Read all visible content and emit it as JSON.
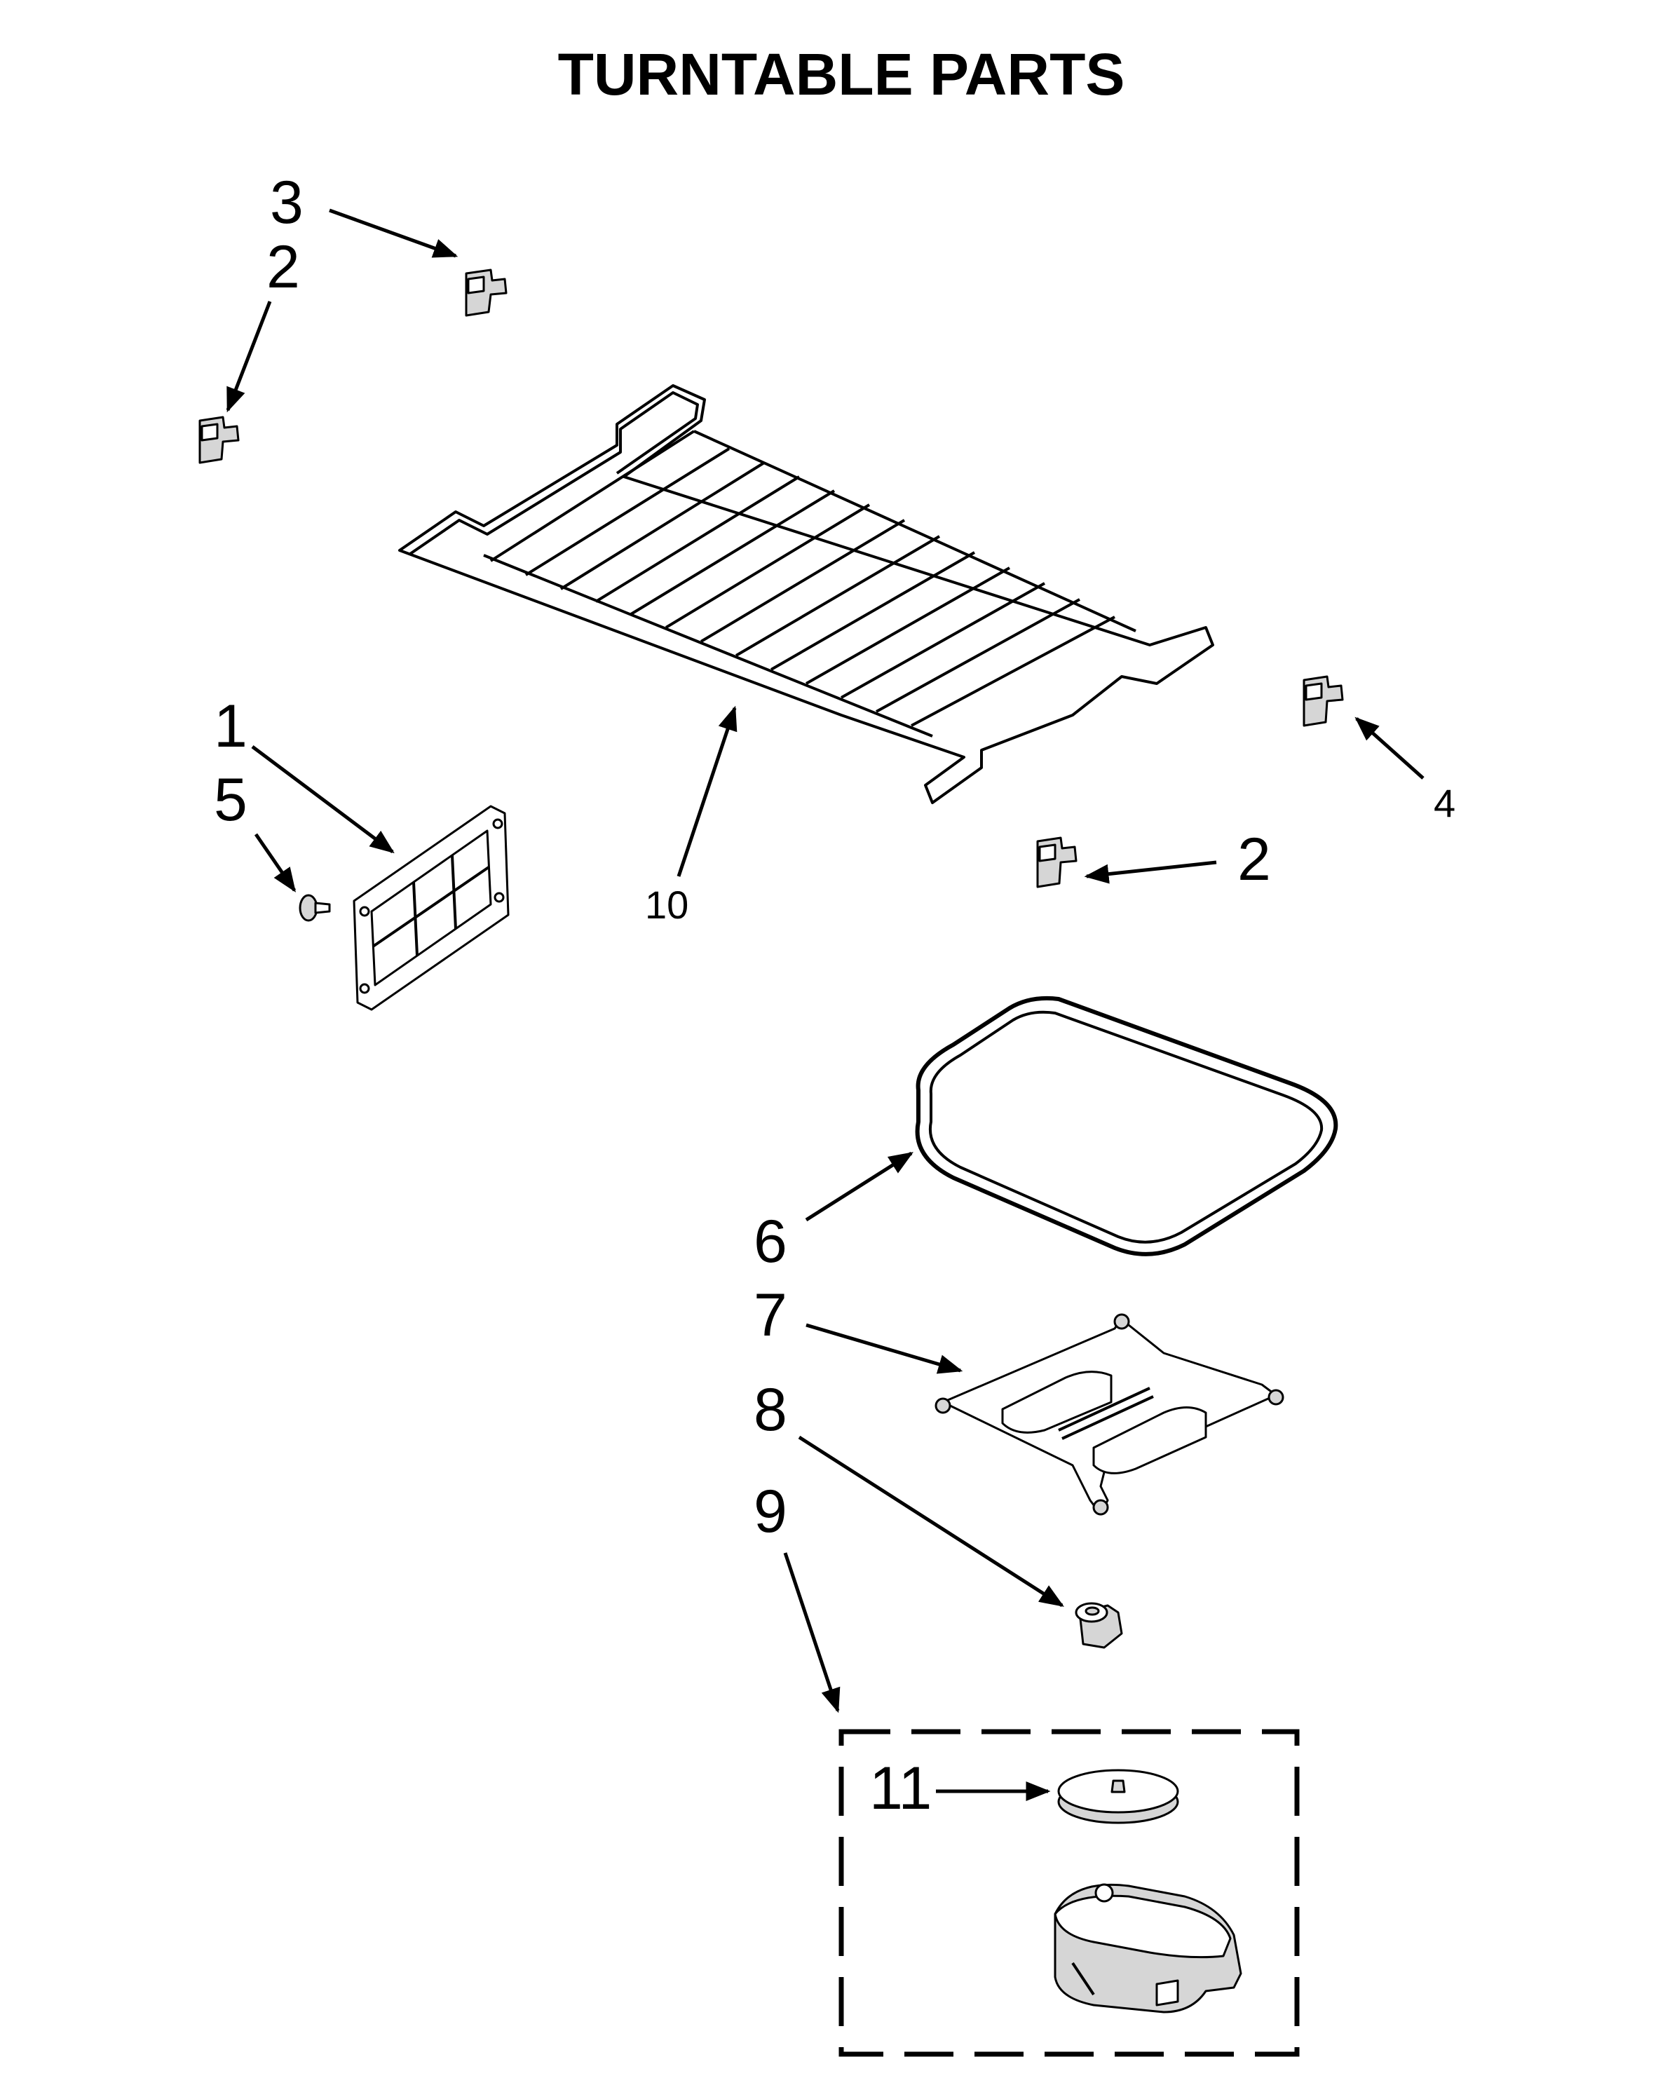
{
  "title": "TURNTABLE PARTS",
  "callouts": {
    "p1": "1",
    "p2_upper": "2",
    "p2_lower": "2",
    "p3": "3",
    "p4": "4",
    "p5": "5",
    "p6": "6",
    "p7": "7",
    "p8": "8",
    "p9": "9",
    "p10": "10",
    "p11": "11"
  }
}
